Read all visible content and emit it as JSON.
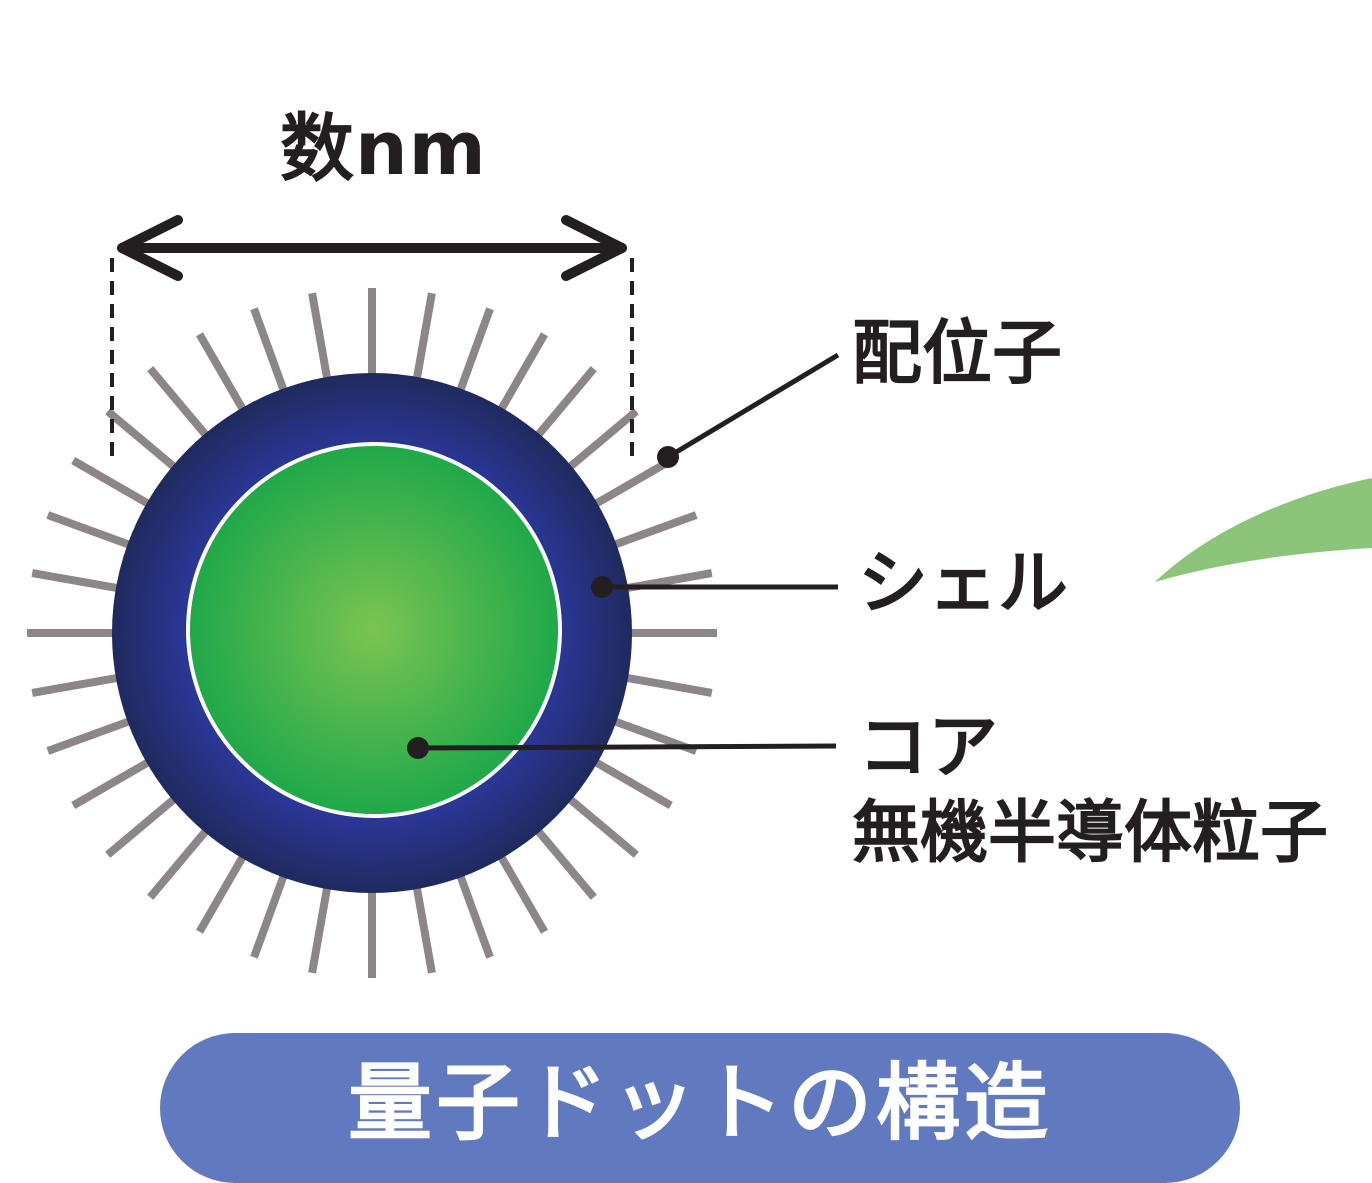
{
  "labels": {
    "size": "数nm",
    "ligand": "配位子",
    "shell": "シェル",
    "core": "コア",
    "core_sub": "無機半導体粒子"
  },
  "title": "量子ドットの構造",
  "colors": {
    "core_center": "#7bc451",
    "core_edge": "#1fa84a",
    "shell_inner": "#2a3796",
    "shell_outer": "#1f2a5e",
    "ligand": "#8d8688",
    "text": "#231f20",
    "banner": "#6179bf",
    "leaf": "#8cc47a"
  }
}
